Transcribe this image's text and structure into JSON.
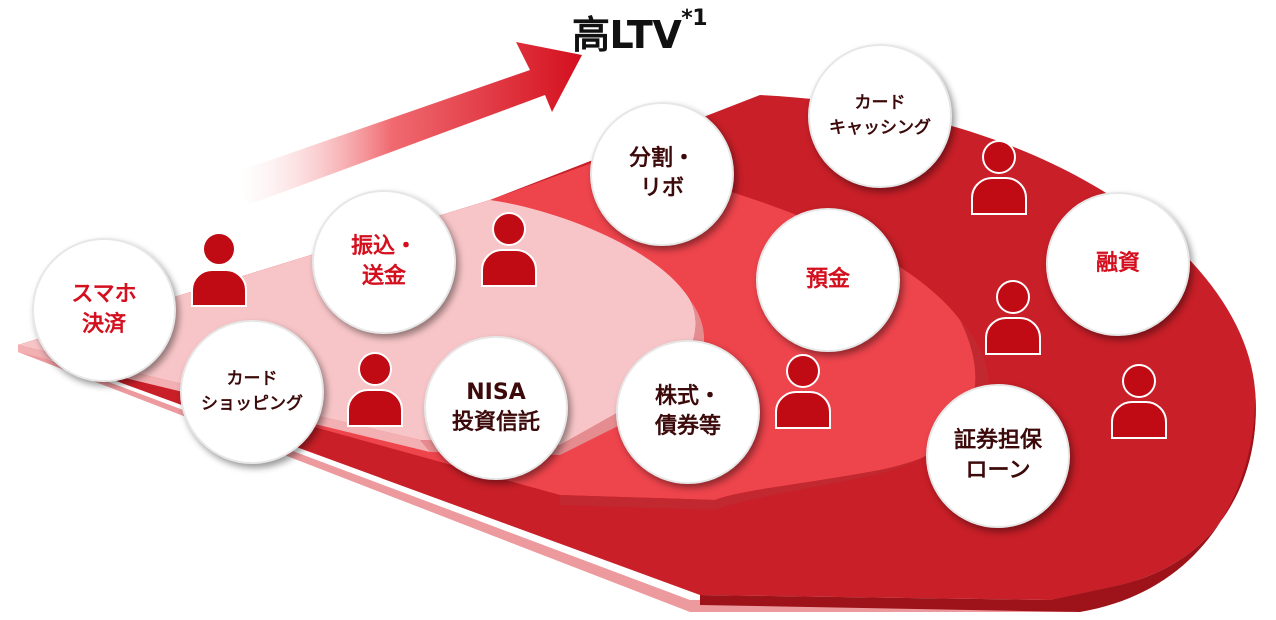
{
  "title": {
    "main": "高LTV",
    "note": "*1"
  },
  "services": [
    {
      "id": "smartphone-payment",
      "lines": [
        "スマホ",
        "決済"
      ]
    },
    {
      "id": "card-shopping",
      "lines": [
        "カード",
        "ショッピング"
      ]
    },
    {
      "id": "transfer-remittance",
      "lines": [
        "振込・",
        "送金"
      ]
    },
    {
      "id": "nisa-trust",
      "lines": [
        "NISA",
        "投資信託"
      ]
    },
    {
      "id": "installment-revolving",
      "lines": [
        "分割・",
        "リボ"
      ]
    },
    {
      "id": "stocks-bonds",
      "lines": [
        "株式・",
        "債券等"
      ]
    },
    {
      "id": "deposits",
      "lines": [
        "預金"
      ]
    },
    {
      "id": "card-cashing",
      "lines": [
        "カード",
        "キャッシング"
      ]
    },
    {
      "id": "loans",
      "lines": [
        "融資"
      ]
    },
    {
      "id": "securities-backed-loan",
      "lines": [
        "証券担保",
        "ローン"
      ]
    }
  ],
  "colors": {
    "light_tier": "#f7c5c7",
    "mid_tier": "#ee444c",
    "dark_tier": "#c81f28",
    "accent_red": "#d40f1e",
    "dark_text": "#3c0a0a",
    "arrow": "#d40f1e"
  },
  "icons": {
    "person": "person-icon",
    "arrow": "arrow-up-right-icon"
  }
}
